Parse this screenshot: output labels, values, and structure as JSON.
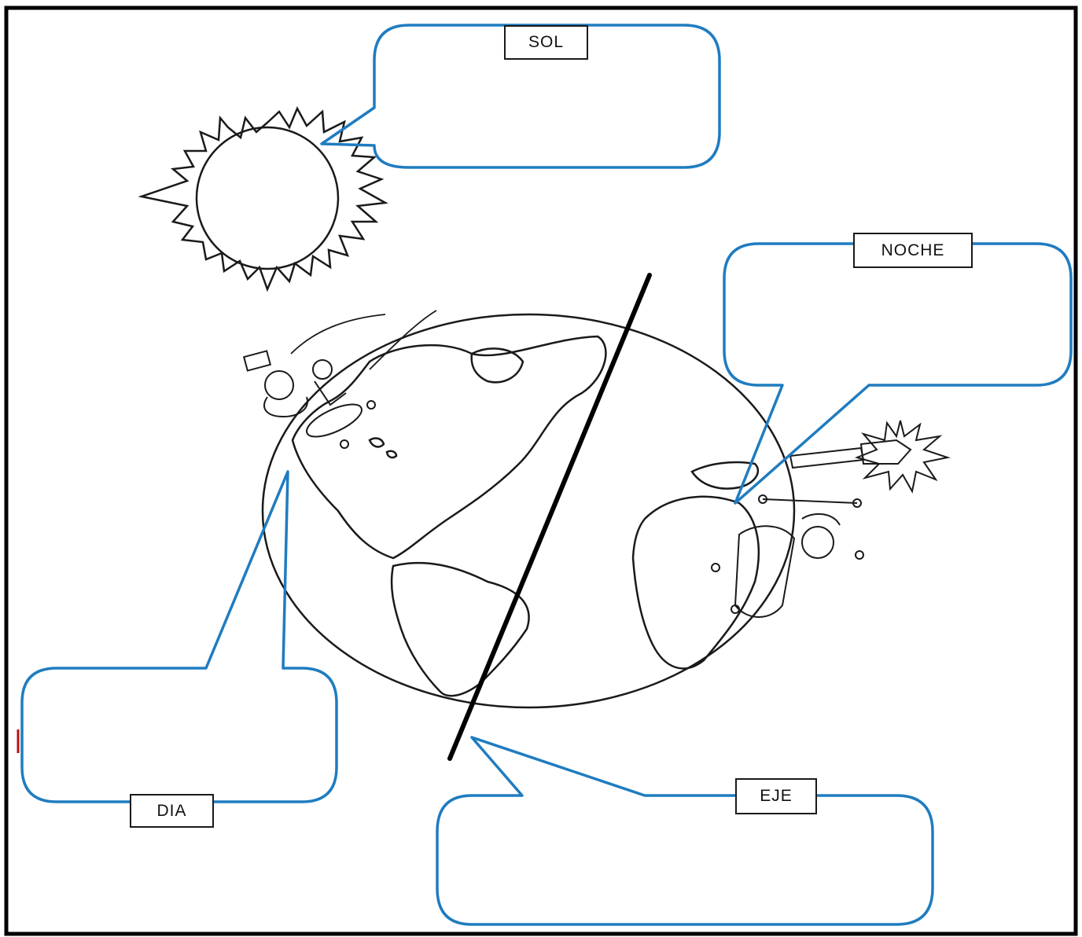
{
  "labels": {
    "sol": "SOL",
    "noche": "NOCHE",
    "dia": "DIA",
    "eje": "EJE"
  },
  "colors": {
    "callout_border": "#1f7cc0",
    "frame": "#000000",
    "ink": "#1a1a1a",
    "axis": "#000000"
  },
  "icons": {
    "sun": "sun-icon",
    "earth": "earth-globe",
    "axis": "earth-axis-line",
    "small_star": "star-icon",
    "figures": "cartoon-figures"
  }
}
